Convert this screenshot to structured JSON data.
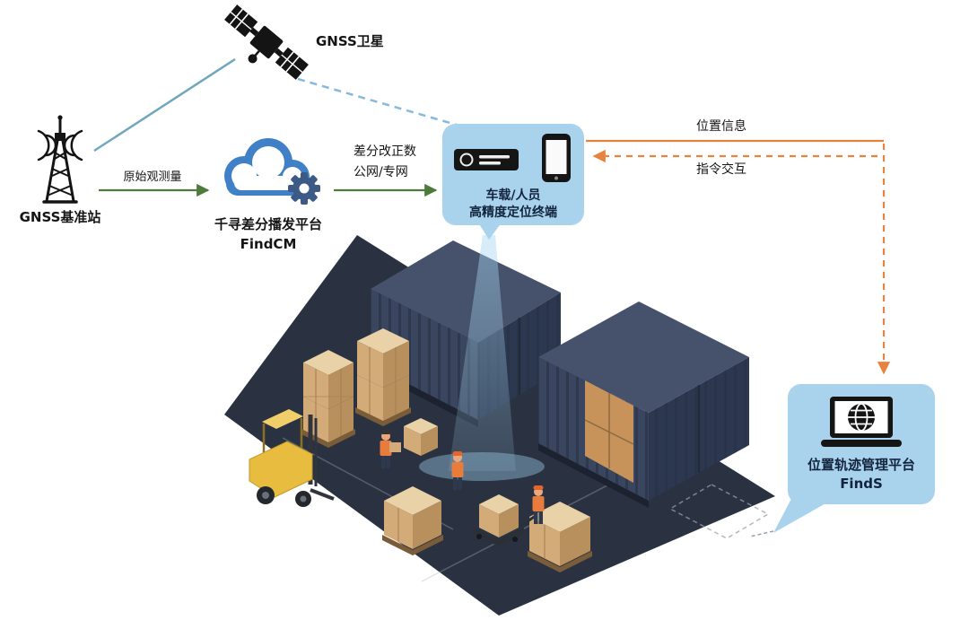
{
  "colors": {
    "bubble_bg": "#a9d2ec",
    "green_arrow": "#4e7b3c",
    "orange_arrow": "#e8833f",
    "teal_line": "#70a7bd",
    "blue_dashed_line": "#86b9dc",
    "cloud_blue": "#3f80c6",
    "gear_blue": "#3c5a85",
    "ground_dark": "#2a3242",
    "container_front": "#3a465f",
    "container_side": "#2c3750",
    "container_top": "#46526c",
    "crate_top": "#e9d2a8",
    "crate_front": "#d3ab78",
    "crate_side": "#b8905e",
    "forklift_yellow": "#e8bc3e",
    "beam_blue": "#a6d6f0",
    "text": "#151515"
  },
  "icons": {
    "satellite": "satellite-icon",
    "base_station": "radio-tower-icon",
    "cloud_platform": "cloud-gear-icon",
    "terminal_device_1": "media-player-icon",
    "terminal_device_2": "smartphone-icon",
    "management_platform": "laptop-globe-icon"
  },
  "nodes": {
    "satellite": {
      "label": "GNSS卫星"
    },
    "base_station": {
      "label": "GNSS基准站"
    },
    "cloud_platform": {
      "name": "千寻差分播发平台",
      "product": "FindCM"
    },
    "terminal": {
      "line1": "车载/人员",
      "line2": "高精度定位终端"
    },
    "management_platform": {
      "name": "位置轨迹管理平台",
      "product": "FindS"
    }
  },
  "edges": {
    "raw_observation": {
      "label": "原始观测量"
    },
    "differential_correction": {
      "line1": "差分改正数",
      "line2": "公网/专网"
    },
    "position_info": {
      "label": "位置信息"
    },
    "command_interaction": {
      "label": "指令交互"
    }
  }
}
